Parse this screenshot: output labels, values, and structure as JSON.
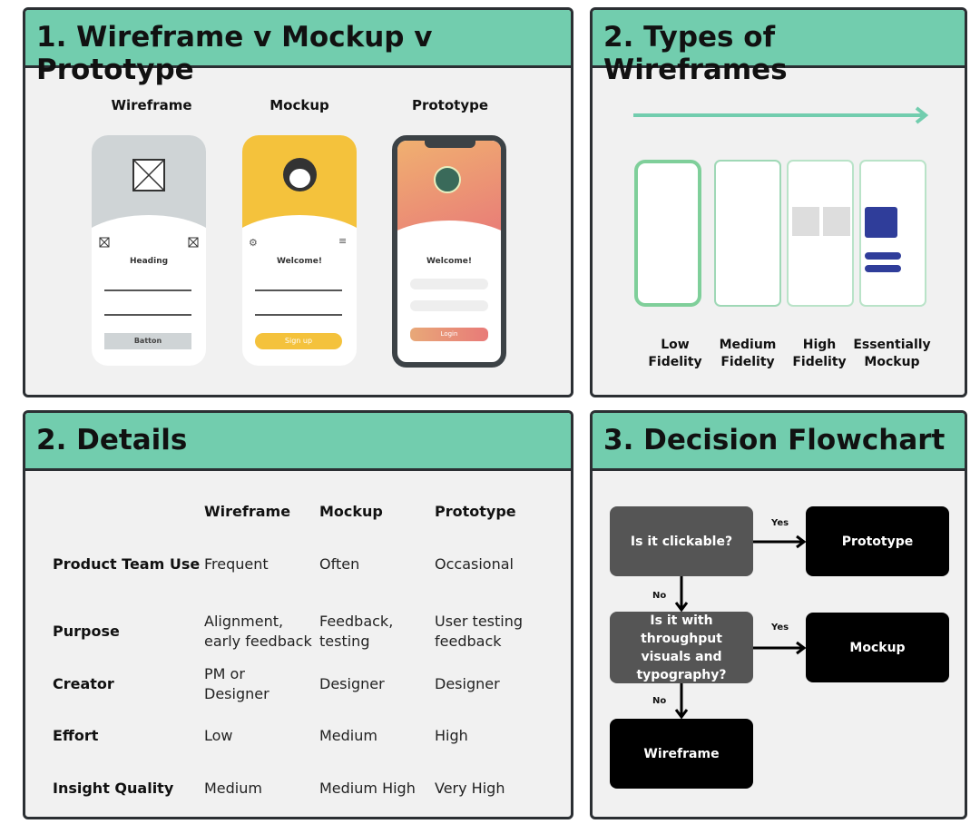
{
  "panel1": {
    "title": "1. Wireframe v Mockup v Prototype",
    "columns": [
      {
        "label": "Wireframe",
        "heading": "Heading",
        "button": "Batton"
      },
      {
        "label": "Mockup",
        "heading": "Welcome!",
        "button": "Sign up"
      },
      {
        "label": "Prototype",
        "heading": "Welcome!",
        "button": "Login"
      }
    ]
  },
  "panel2": {
    "title": "2. Types of Wireframes",
    "levels": [
      {
        "line1": "Low",
        "line2": "Fidelity"
      },
      {
        "line1": "Medium",
        "line2": "Fidelity"
      },
      {
        "line1": "High",
        "line2": "Fidelity"
      },
      {
        "line1": "Essentially",
        "line2": "Mockup"
      }
    ],
    "arrow_color": "#72cdae"
  },
  "panel3": {
    "title": "2. Details",
    "headers": [
      "Wireframe",
      "Mockup",
      "Prototype"
    ],
    "rows": [
      {
        "label": "Product Team Use",
        "values": [
          "Frequent",
          "Often",
          "Occasional"
        ]
      },
      {
        "label": "Purpose",
        "values": [
          "Alignment,\nearly feedback",
          "Feedback,\ntesting",
          "User testing\nfeedback"
        ]
      },
      {
        "label": "Creator",
        "values": [
          "PM or\nDesigner",
          "Designer",
          "Designer"
        ]
      },
      {
        "label": "Effort",
        "values": [
          "Low",
          "Medium",
          "High"
        ]
      },
      {
        "label": "Insight Quality",
        "values": [
          "Medium",
          "Medium High",
          "Very High"
        ]
      }
    ]
  },
  "panel4": {
    "title": "3. Decision Flowchart",
    "q1": "Is it clickable?",
    "q2": "Is it with throughput visuals and typography?",
    "r1": "Prototype",
    "r2": "Mockup",
    "r3": "Wireframe",
    "yes": "Yes",
    "no": "No"
  },
  "colors": {
    "header": "#72cdae",
    "mockup_yellow": "#f4c23c",
    "question": "#555555",
    "result": "#000000"
  }
}
